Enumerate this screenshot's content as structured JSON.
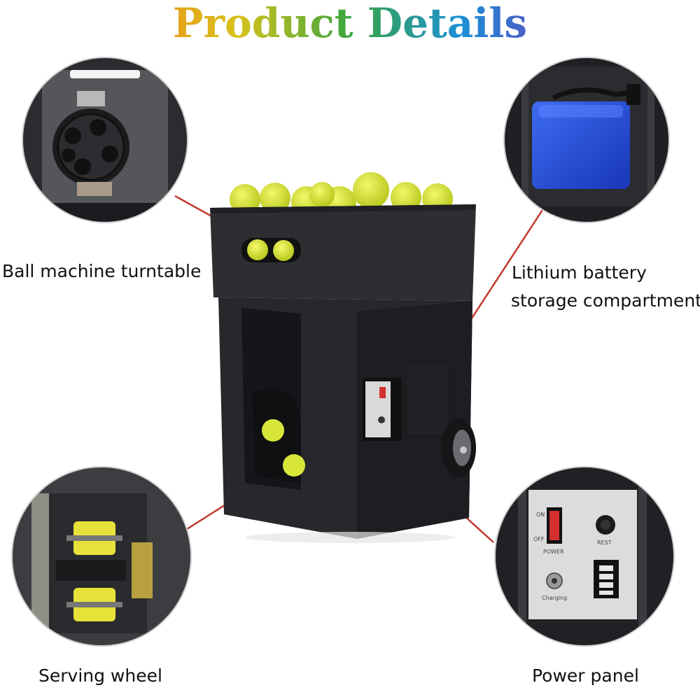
{
  "title": "Product Details",
  "callouts": {
    "turntable": "Ball machine turntable",
    "battery_line1": "Lithium battery",
    "battery_line2": "storage compartment",
    "serving_wheel": "Serving wheel",
    "power_panel": "Power panel"
  },
  "panel": {
    "on": "ON",
    "off": "OFF",
    "power": "POWER",
    "rest": "REST",
    "charging": "Charging"
  },
  "colors": {
    "leader_line": "#c0392b",
    "ball": "#d8e63a",
    "body": "#2a2b2e",
    "battery": "#1f4fd8"
  }
}
